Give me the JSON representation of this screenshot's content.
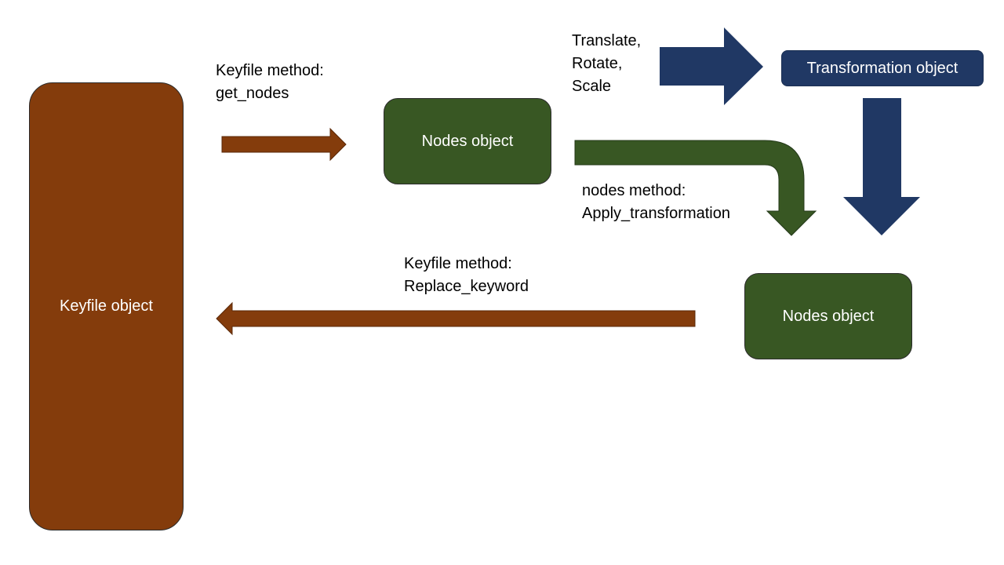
{
  "colors": {
    "keyfile_brown": "#843C0C",
    "nodes_green": "#385723",
    "transform_navy": "#203864"
  },
  "boxes": {
    "keyfile": "Keyfile object",
    "nodes_top": "Nodes object",
    "nodes_bottom": "Nodes object",
    "transformation": "Transformation object"
  },
  "labels": {
    "get_nodes": "Keyfile method:\nget_nodes",
    "transform_ops": "Translate,\nRotate,\nScale",
    "apply_transformation": "nodes method:\nApply_transformation",
    "replace_keyword": "Keyfile method:\nReplace_keyword"
  }
}
